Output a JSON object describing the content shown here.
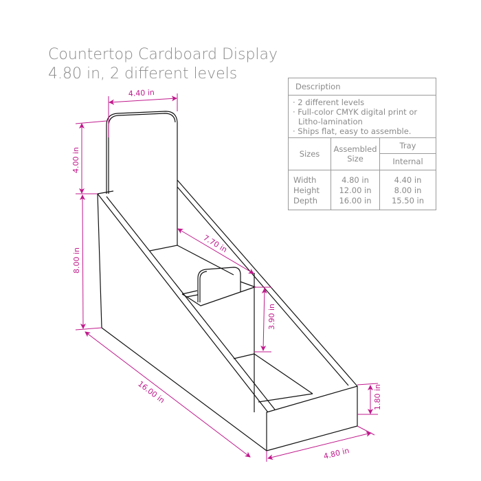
{
  "title": {
    "line1": "Countertop Cardboard Display",
    "line2": "4.80 in, 2 different levels"
  },
  "spec_table": {
    "description_header": "Description",
    "description_items": [
      "· 2 different levels",
      "· Full-color CMYK digital print or",
      "Litho-lamination",
      "· Ships flat, easy to assemble."
    ],
    "headers": {
      "sizes": "Sizes",
      "assembled": "Assembled Size",
      "tray": "Tray",
      "internal": "Internal"
    },
    "rows": [
      {
        "label": "Width",
        "assembled": "4.80 in",
        "internal": "4.40 in"
      },
      {
        "label": "Height",
        "assembled": "12.00 in",
        "internal": "8.00 in"
      },
      {
        "label": "Depth",
        "assembled": "16.00 in",
        "internal": "15.50 in"
      }
    ]
  },
  "dimensions": {
    "top_width": "4.40 in",
    "header_height": "4.00 in",
    "body_height": "8.00 in",
    "tray_length": "7.70 in",
    "divider_height": "3.90 in",
    "front_height": "1.80 in",
    "depth": "16.00 in",
    "width": "4.80 in"
  },
  "colors": {
    "dimension": "#c0198c",
    "text": "#8a8a8a",
    "outline": "#111111"
  }
}
